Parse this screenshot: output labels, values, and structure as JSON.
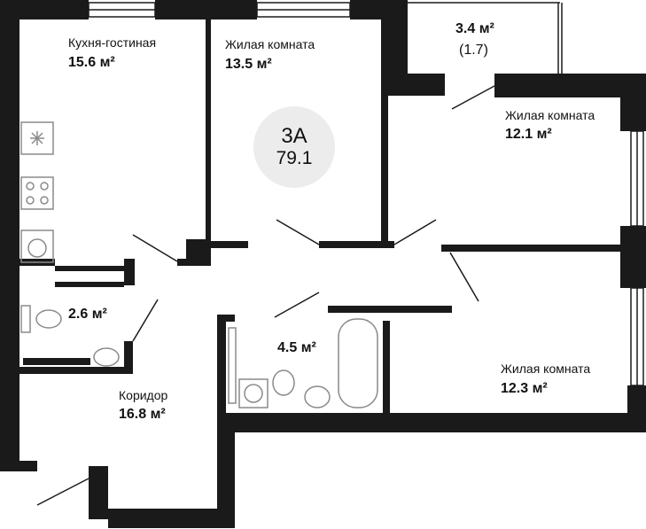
{
  "plan": {
    "type_code": "3А",
    "total_area": "79.1",
    "rooms": {
      "kitchen": {
        "name": "Кухня-гостиная",
        "area": "15.6 м²"
      },
      "living1": {
        "name": "Жилая комната",
        "area": "13.5 м²"
      },
      "balcony": {
        "area": "3.4 м²",
        "reduced": "(1.7)"
      },
      "living2": {
        "name": "Жилая комната",
        "area": "12.1 м²"
      },
      "living3": {
        "name": "Жилая комната",
        "area": "12.3 м²"
      },
      "wc": {
        "area": "2.6 м²"
      },
      "bathroom": {
        "area": "4.5 м²"
      },
      "corridor": {
        "name": "Коридор",
        "area": "16.8 м²"
      }
    }
  },
  "colors": {
    "wall": "#1a1a1a",
    "badge": "#ececec",
    "fixture": "#8a8a8a"
  }
}
